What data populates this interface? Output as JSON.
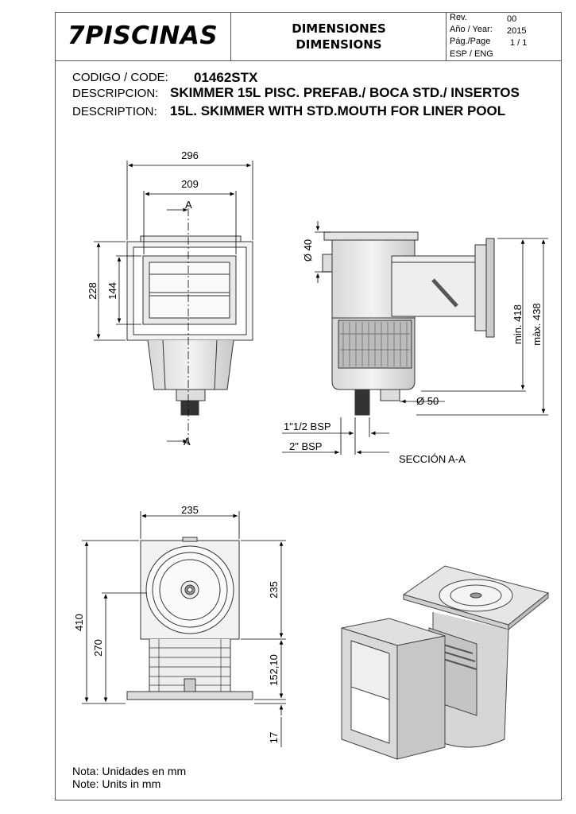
{
  "header": {
    "brand": "7PISCINAS",
    "title_es": "DIMENSIONES",
    "title_en": "DIMENSIONS",
    "rev_label": "Rev.",
    "rev_value": "00",
    "year_label": "Año / Year:",
    "year_value": "2015",
    "page_label": "Pág./Page",
    "page_value": "1 / 1",
    "lang": "ESP / ENG"
  },
  "info": {
    "code_label": "CODIGO / CODE:",
    "code_value": "01462STX",
    "desc_es_label": "DESCRIPCION:",
    "desc_es_value": "SKIMMER 15L  PISC. PREFAB./ BOCA STD./ INSERTOS",
    "desc_en_label": "DESCRIPTION:",
    "desc_en_value": "15L. SKIMMER WITH STD.MOUTH FOR LINER POOL"
  },
  "drawing": {
    "front": {
      "width_outer": "296",
      "width_mouth": "209",
      "height_total": "228",
      "height_mouth": "144",
      "section_mark": "A"
    },
    "section": {
      "dia_top": "Ø 40",
      "dia_bottom": "Ø 50",
      "min_height": "min. 418",
      "max_height": "màx. 438",
      "thread_small": "1\"1/2 BSP",
      "thread_large": "2\" BSP",
      "caption": "SECCIÓN A-A"
    },
    "side": {
      "width": "235",
      "height_total": "410",
      "height_lid": "235",
      "height_270": "270",
      "height_152": "152,10",
      "height_17": "17"
    }
  },
  "notes": {
    "es": "Nota: Unidades en mm",
    "en": "Note: Units in mm"
  }
}
